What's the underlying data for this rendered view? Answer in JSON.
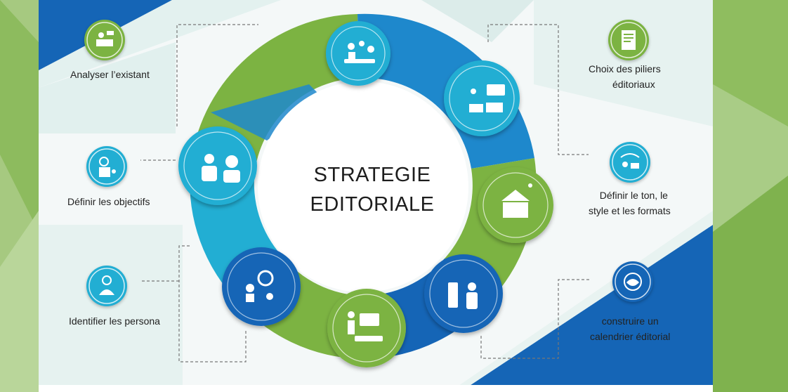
{
  "diagram": {
    "title_line1": "STRATEGIE",
    "title_line2": "EDITORIALE"
  },
  "steps": [
    {
      "label": "Analyser l’existant",
      "icon": "analysis-team-icon"
    },
    {
      "label": "Définir les objectifs",
      "icon": "target-goal-icon"
    },
    {
      "label": "Identifier les persona",
      "icon": "persona-user-icon"
    },
    {
      "label_line1": "Choix des piliers",
      "label_line2": "éditoriaux",
      "icon": "document-pillars-icon"
    },
    {
      "label_line1": "Définir le ton, le",
      "label_line2": "style et les formats",
      "icon": "communication-style-icon"
    },
    {
      "label_line1": "construire un",
      "label_line2": "calendrier éditorial",
      "icon": "calendar-globe-icon"
    }
  ],
  "colors": {
    "blue_dark": "#1565b6",
    "blue_mid": "#1e88cc",
    "teal": "#22aed3",
    "green": "#7cb342",
    "green_dark": "#6aa33a",
    "light_bg": "#dcefea"
  }
}
